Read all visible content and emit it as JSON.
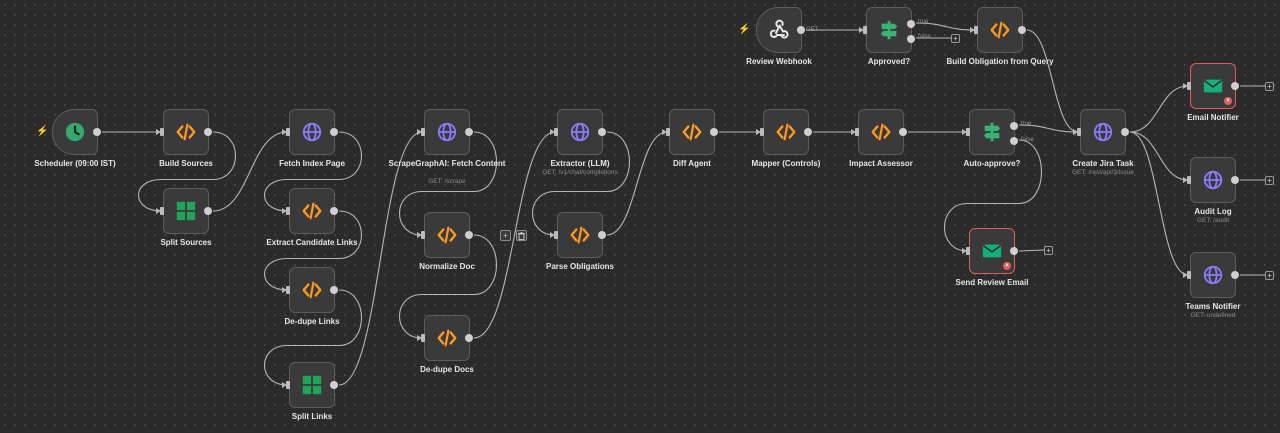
{
  "canvas": {
    "branch_true": "true",
    "branch_false": "false",
    "webhook_method": "GET",
    "trigger_glyph": "⚡",
    "plus_glyph": "+",
    "trash_glyph": "🗑"
  },
  "colors": {
    "code": "#ff9922",
    "http": "#8a7cf8",
    "split": "#1fa55a",
    "trigger_green": "#35a86c",
    "if_green": "#3bb273",
    "email_green": "#14b07a",
    "error": "#e05c5c",
    "wire": "#b7b7b7"
  },
  "nodes": [
    {
      "id": "scheduler",
      "label": "Scheduler (09:00 IST)",
      "icon": "clock-icon"
    },
    {
      "id": "build_sources",
      "label": "Build Sources",
      "icon": "code-icon"
    },
    {
      "id": "split_sources",
      "label": "Split Sources",
      "icon": "split-icon"
    },
    {
      "id": "fetch_index",
      "label": "Fetch Index Page",
      "icon": "globe-icon"
    },
    {
      "id": "extract_links",
      "label": "Extract Candidate Links",
      "icon": "code-icon"
    },
    {
      "id": "dedupe_links",
      "label": "De-dupe Links",
      "icon": "code-icon"
    },
    {
      "id": "split_links",
      "label": "Split Links",
      "icon": "split-icon"
    },
    {
      "id": "scrape",
      "label": "ScrapeGraphAI: Fetch Content",
      "sub": "GET: /scrape",
      "icon": "globe-icon"
    },
    {
      "id": "normalize",
      "label": "Normalize Doc",
      "icon": "code-icon"
    },
    {
      "id": "dedupe_docs",
      "label": "De-dupe Docs",
      "icon": "code-icon"
    },
    {
      "id": "extractor",
      "label": "Extractor (LLM)",
      "sub": "GET: /v1/chat/completions",
      "icon": "globe-icon"
    },
    {
      "id": "parse_obl",
      "label": "Parse Obligations",
      "icon": "code-icon"
    },
    {
      "id": "diff_agent",
      "label": "Diff Agent",
      "icon": "code-icon"
    },
    {
      "id": "mapper",
      "label": "Mapper (Controls)",
      "icon": "code-icon"
    },
    {
      "id": "impact",
      "label": "Impact Assessor",
      "icon": "code-icon"
    },
    {
      "id": "auto_approve",
      "label": "Auto-approve?",
      "icon": "signpost-icon"
    },
    {
      "id": "review_webhook",
      "label": "Review Webhook",
      "icon": "webhook-icon"
    },
    {
      "id": "approved",
      "label": "Approved?",
      "icon": "signpost-icon"
    },
    {
      "id": "build_obl_query",
      "label": "Build Obligation from Query",
      "icon": "code-icon"
    },
    {
      "id": "send_review",
      "label": "Send Review Email",
      "icon": "email-icon"
    },
    {
      "id": "jira",
      "label": "Create Jira Task",
      "sub": "GET: /rest/api/3/issue",
      "icon": "globe-icon"
    },
    {
      "id": "email_notifier",
      "label": "Email Notifier",
      "icon": "email-icon"
    },
    {
      "id": "audit_log",
      "label": "Audit Log",
      "sub": "GET: /audit",
      "icon": "globe-icon"
    },
    {
      "id": "teams",
      "label": "Teams Notifier",
      "sub": "GET: undefined",
      "icon": "globe-icon"
    }
  ]
}
